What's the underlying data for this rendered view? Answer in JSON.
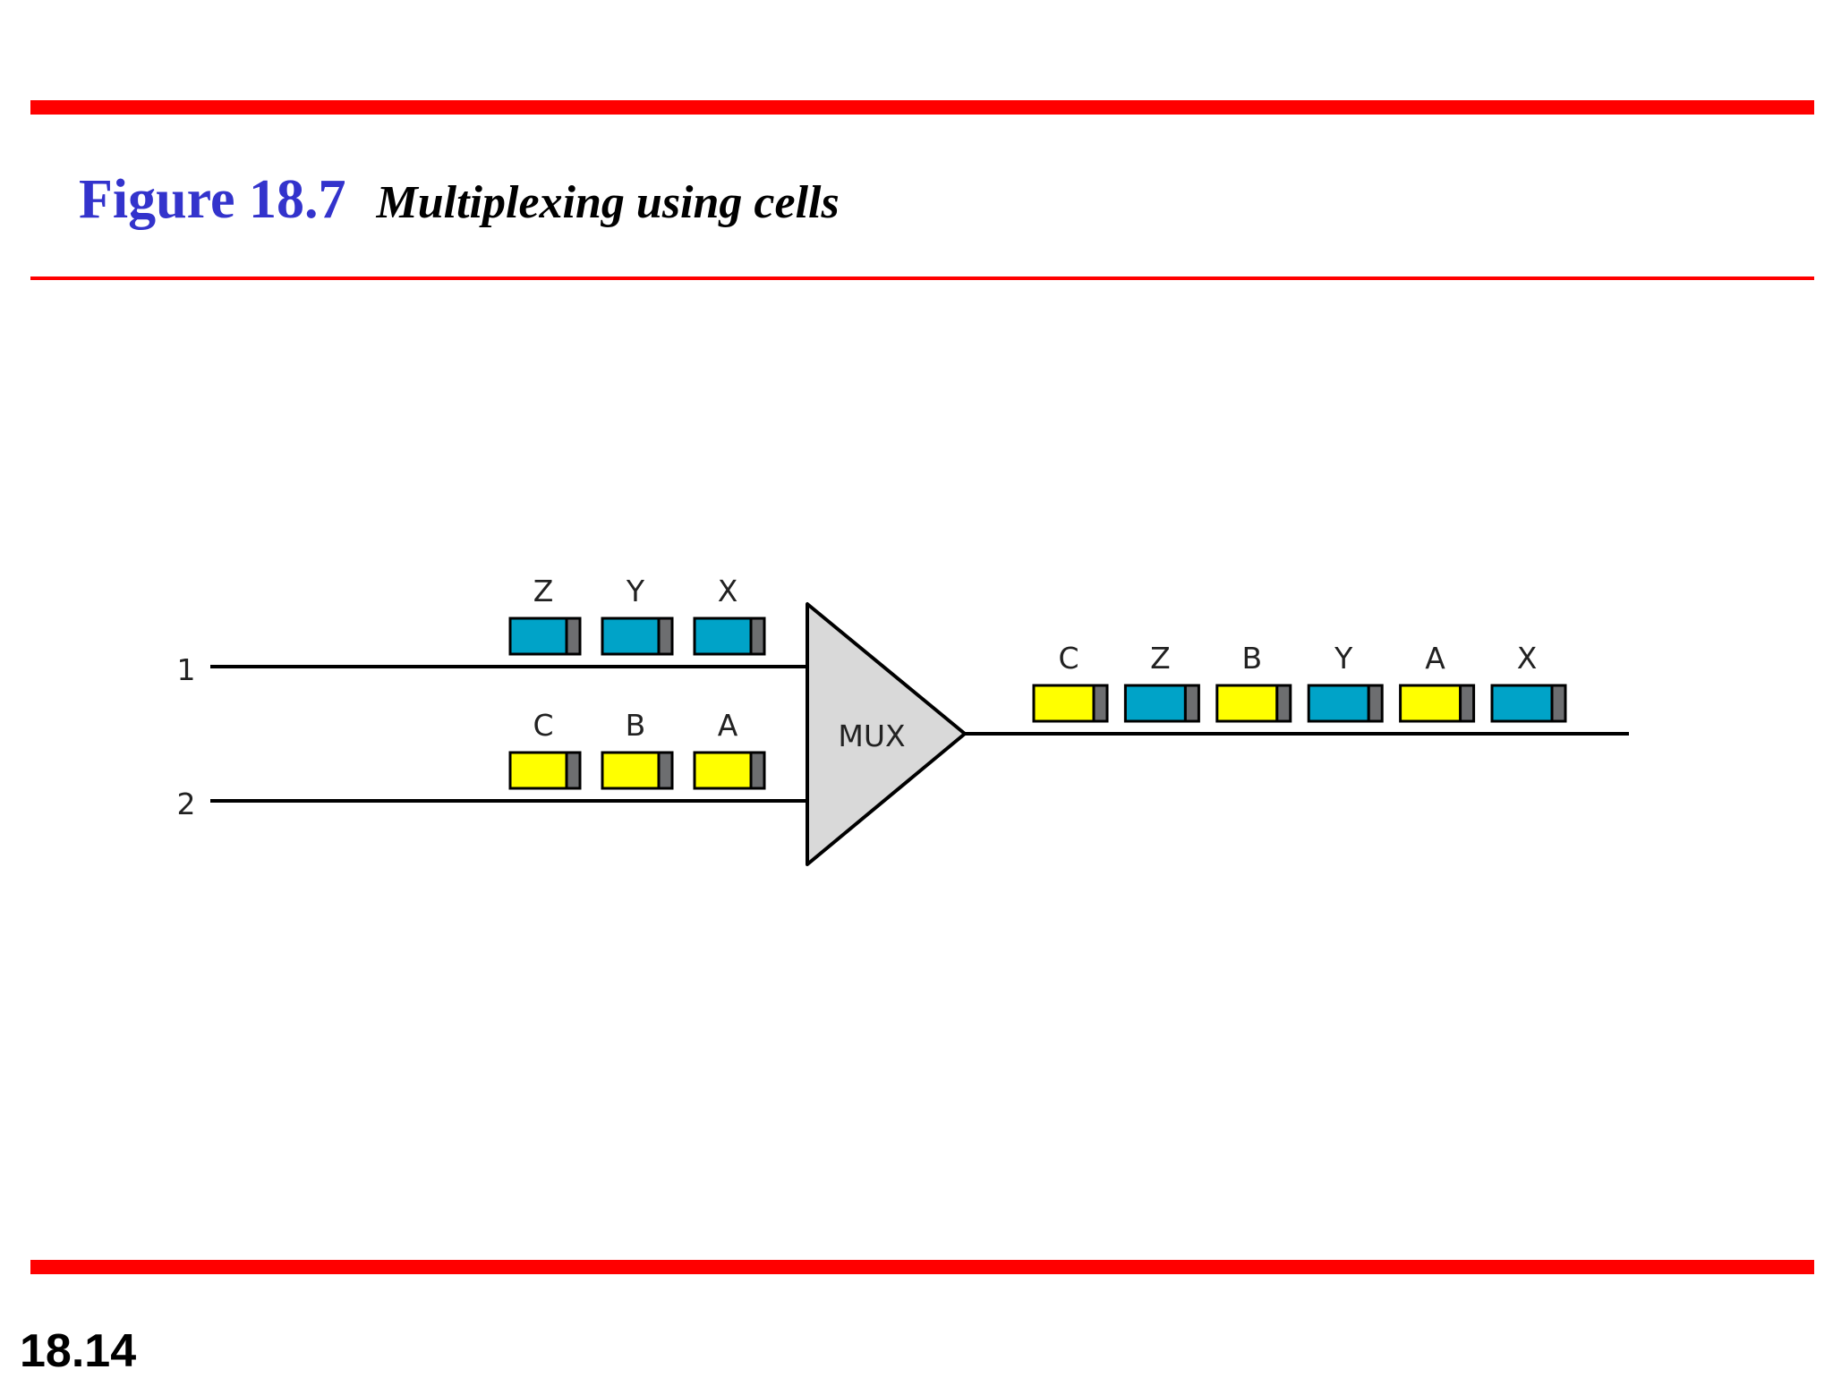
{
  "header": {
    "figure_number": "Figure 18.7",
    "figure_caption": "Multiplexing using cells"
  },
  "footer": {
    "page_number": "18.14"
  },
  "diagram": {
    "mux_label": "MUX",
    "line1_label": "1",
    "line2_label": "2",
    "line1_cells": [
      "Z",
      "Y",
      "X"
    ],
    "line2_cells": [
      "C",
      "B",
      "A"
    ],
    "output_cells": [
      "C",
      "Z",
      "B",
      "Y",
      "A",
      "X"
    ],
    "colors": {
      "line1": "#00a3c8",
      "line2": "#ffff00",
      "cell_header": "#6d6e70",
      "mux_fill": "#d9d9d9",
      "accent_red": "#ff0000",
      "title_blue": "#3333cc"
    }
  }
}
